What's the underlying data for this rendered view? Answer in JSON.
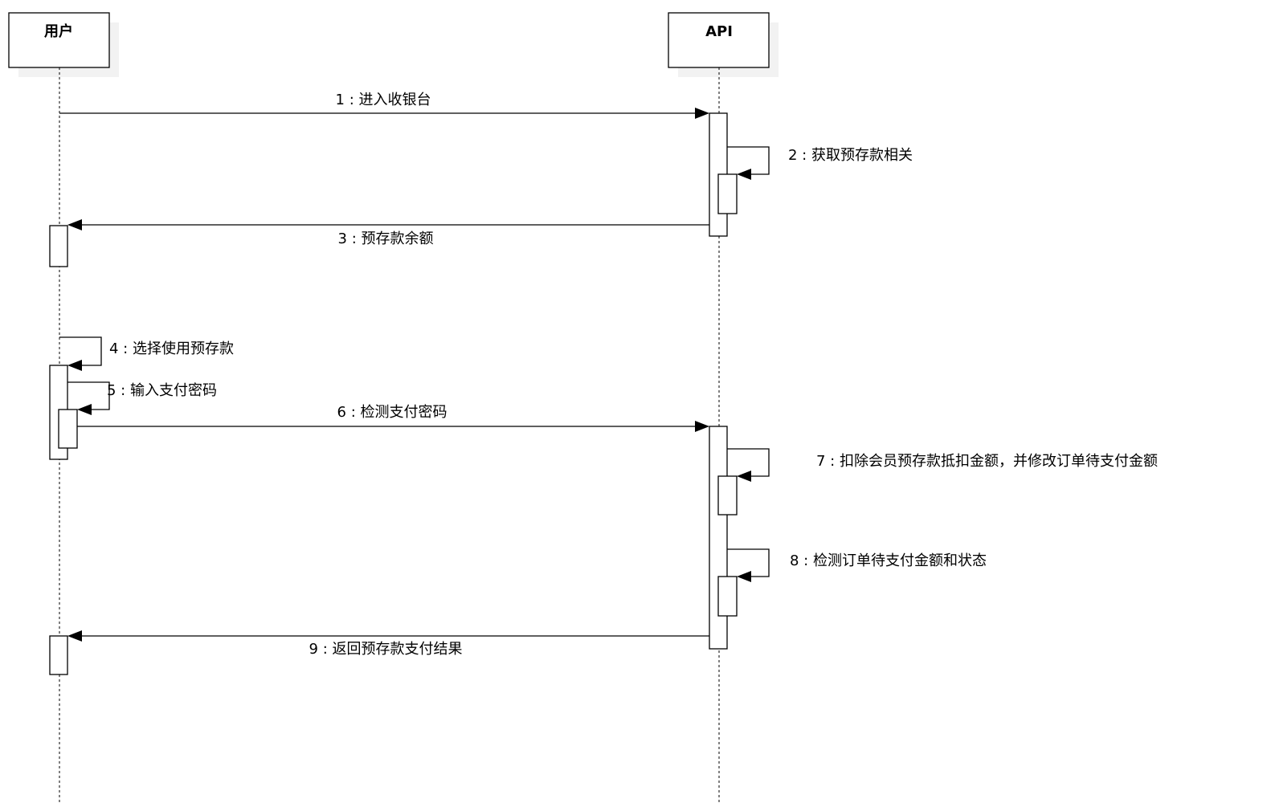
{
  "diagram": {
    "type": "sequence",
    "participants": [
      {
        "id": "user",
        "label": "用户"
      },
      {
        "id": "api",
        "label": "API"
      }
    ],
    "messages": [
      {
        "num": "1",
        "label": "1 : 进入收银台",
        "from": "user",
        "to": "api"
      },
      {
        "num": "2",
        "label": "2 : 获取预存款相关",
        "from": "api",
        "to": "api"
      },
      {
        "num": "3",
        "label": "3 : 预存款余额",
        "from": "api",
        "to": "user"
      },
      {
        "num": "4",
        "label": "4 : 选择使用预存款",
        "from": "user",
        "to": "user"
      },
      {
        "num": "5",
        "label": "5 : 输入支付密码",
        "from": "user",
        "to": "user"
      },
      {
        "num": "6",
        "label": "6 : 检测支付密码",
        "from": "user",
        "to": "api"
      },
      {
        "num": "7",
        "label": "7 : 扣除会员预存款抵扣金额，并修改订单待支付金额",
        "from": "api",
        "to": "api"
      },
      {
        "num": "8",
        "label": "8 : 检测订单待支付金额和状态",
        "from": "api",
        "to": "api"
      },
      {
        "num": "9",
        "label": "9 : 返回预存款支付结果",
        "from": "api",
        "to": "user"
      }
    ]
  }
}
